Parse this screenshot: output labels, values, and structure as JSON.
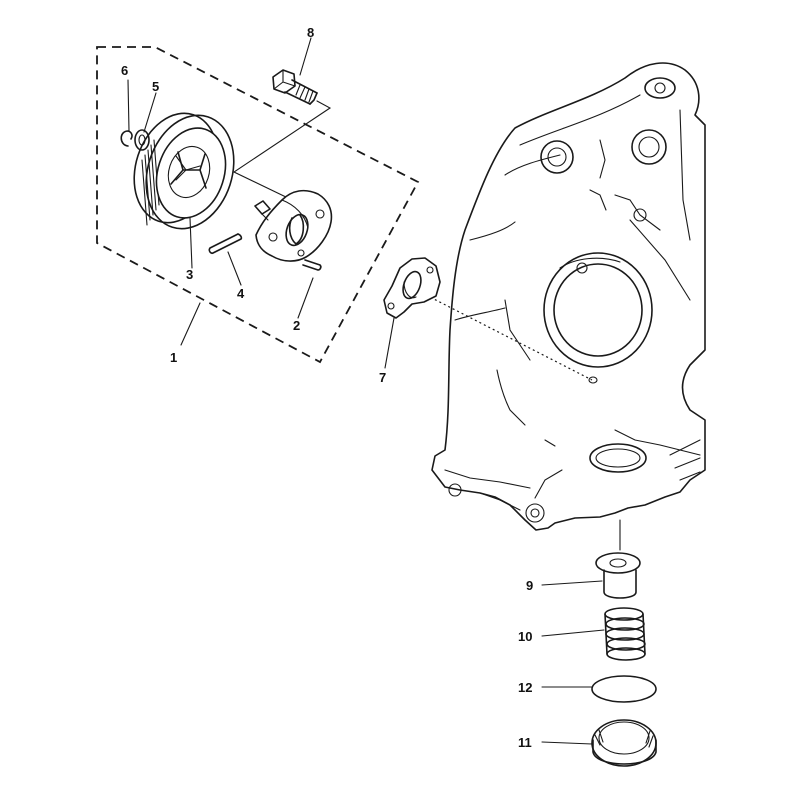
{
  "callouts": [
    {
      "id": "1",
      "label": "1"
    },
    {
      "id": "2",
      "label": "2"
    },
    {
      "id": "3",
      "label": "3"
    },
    {
      "id": "4",
      "label": "4"
    },
    {
      "id": "5",
      "label": "5"
    },
    {
      "id": "6",
      "label": "6"
    },
    {
      "id": "7",
      "label": "7"
    },
    {
      "id": "8",
      "label": "8"
    },
    {
      "id": "9",
      "label": "9"
    },
    {
      "id": "10",
      "label": "10"
    },
    {
      "id": "11",
      "label": "11"
    },
    {
      "id": "12",
      "label": "12"
    }
  ],
  "colors": {
    "ink": "#1a1a1a",
    "paper": "#ffffff"
  }
}
